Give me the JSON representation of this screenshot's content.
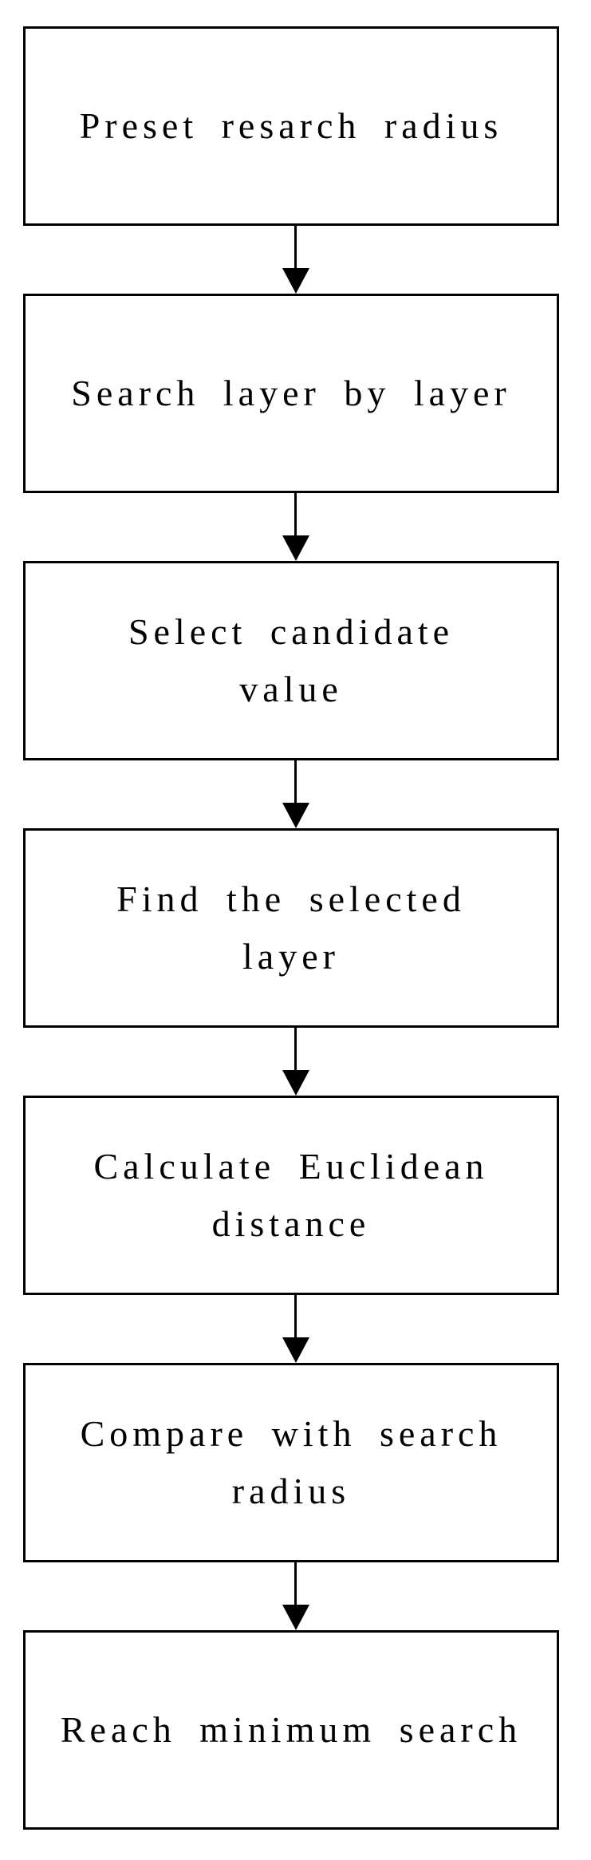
{
  "diagram": {
    "type": "flowchart",
    "direction": "top-down",
    "colors": {
      "background": "#ffffff",
      "node_fill": "#ffffff",
      "node_border": "#000000",
      "text": "#000000",
      "arrow": "#000000"
    },
    "nodes": [
      {
        "id": "preset-research-radius",
        "label": "Preset resarch radius"
      },
      {
        "id": "search-layer-by-layer",
        "label": "Search layer by layer"
      },
      {
        "id": "select-candidate-value",
        "label": "Select candidate\nvalue"
      },
      {
        "id": "find-selected-layer",
        "label": "Find the selected\nlayer"
      },
      {
        "id": "calculate-euclidean-distance",
        "label": "Calculate Euclidean\ndistance"
      },
      {
        "id": "compare-with-search-radius",
        "label": "Compare with search\nradius"
      },
      {
        "id": "reach-minimum-search",
        "label": "Reach minimum search"
      }
    ],
    "edges": [
      {
        "from": "preset-research-radius",
        "to": "search-layer-by-layer"
      },
      {
        "from": "search-layer-by-layer",
        "to": "select-candidate-value"
      },
      {
        "from": "select-candidate-value",
        "to": "find-selected-layer"
      },
      {
        "from": "find-selected-layer",
        "to": "calculate-euclidean-distance"
      },
      {
        "from": "calculate-euclidean-distance",
        "to": "compare-with-search-radius"
      },
      {
        "from": "compare-with-search-radius",
        "to": "reach-minimum-search"
      }
    ]
  }
}
